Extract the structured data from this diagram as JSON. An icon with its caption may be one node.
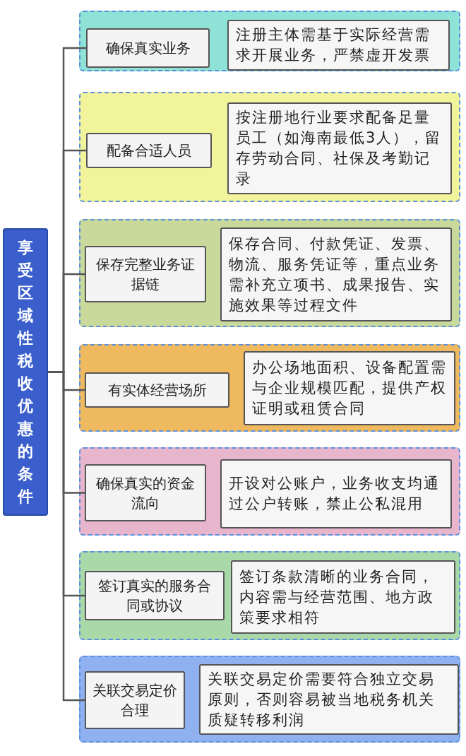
{
  "diagram": {
    "nodes": [
      {
        "text": [
          "享受区域性税收优惠的条件"
        ]
      },
      {
        "text": [],
        "shape": "box"
      },
      {
        "text": [
          "确保真实业务"
        ],
        "in": 1
      },
      {
        "text": [
          "注册主体需基于实际经营需求开展业务，严禁虚开发票"
        ],
        "in": 1
      },
      {
        "text": [],
        "shape": "box"
      },
      {
        "text": [
          "配备合适人员"
        ],
        "in": 4
      },
      {
        "text": [
          "按注册地行业要求配备足量员工（如海南最低3人），留存劳动合同、社保及考勤记录"
        ],
        "in": 4
      },
      {
        "text": [],
        "shape": "box"
      },
      {
        "text": [
          "保存完整业务证据链"
        ],
        "in": 7
      },
      {
        "text": [
          "保存合同、付款凭证、发票、物流、服务凭证等，重点业务需补充立项书、成果报告、实施效果等过程文件"
        ],
        "in": 7
      },
      {
        "text": [],
        "shape": "box"
      },
      {
        "text": [
          "有实体经营场所"
        ],
        "in": 10
      },
      {
        "text": [
          "办公场地面积、设备配置需与企业规模匹配，提供产权证明或租赁合同"
        ],
        "in": 10
      },
      {
        "text": [],
        "shape": "box"
      },
      {
        "text": [
          "确保真实的资金流向"
        ],
        "in": 13
      },
      {
        "text": [
          "开设对公账户，业务收支均通过公户转账，禁止公私混用"
        ],
        "in": 13
      },
      {
        "text": [],
        "shape": "box"
      },
      {
        "text": [
          "签订真实的服务合同或协议"
        ],
        "in": 16
      },
      {
        "text": [
          "签订条款清晰的业务合同，内容需与经营范围、地方政策要求相符"
        ],
        "in": 16
      },
      {
        "text": [],
        "shape": "box"
      },
      {
        "text": [
          "关联交易定价合理"
        ],
        "in": 19
      },
      {
        "text": [
          "关联交易定价需要符合独立交易原则，否则容易被当地税务机关质疑转移利润"
        ],
        "in": 19
      }
    ],
    "edges": [
      {
        "from": 0,
        "to": 2,
        "arrow": "none"
      },
      {
        "from": 0,
        "to": 5,
        "arrow": "none"
      },
      {
        "from": 0,
        "to": 8,
        "arrow": "none"
      },
      {
        "from": 0,
        "to": 11,
        "arrow": "none"
      },
      {
        "from": 0,
        "to": 14,
        "arrow": "none"
      },
      {
        "from": 0,
        "to": 17,
        "arrow": "none"
      },
      {
        "from": 0,
        "to": 20,
        "arrow": "none"
      }
    ]
  }
}
